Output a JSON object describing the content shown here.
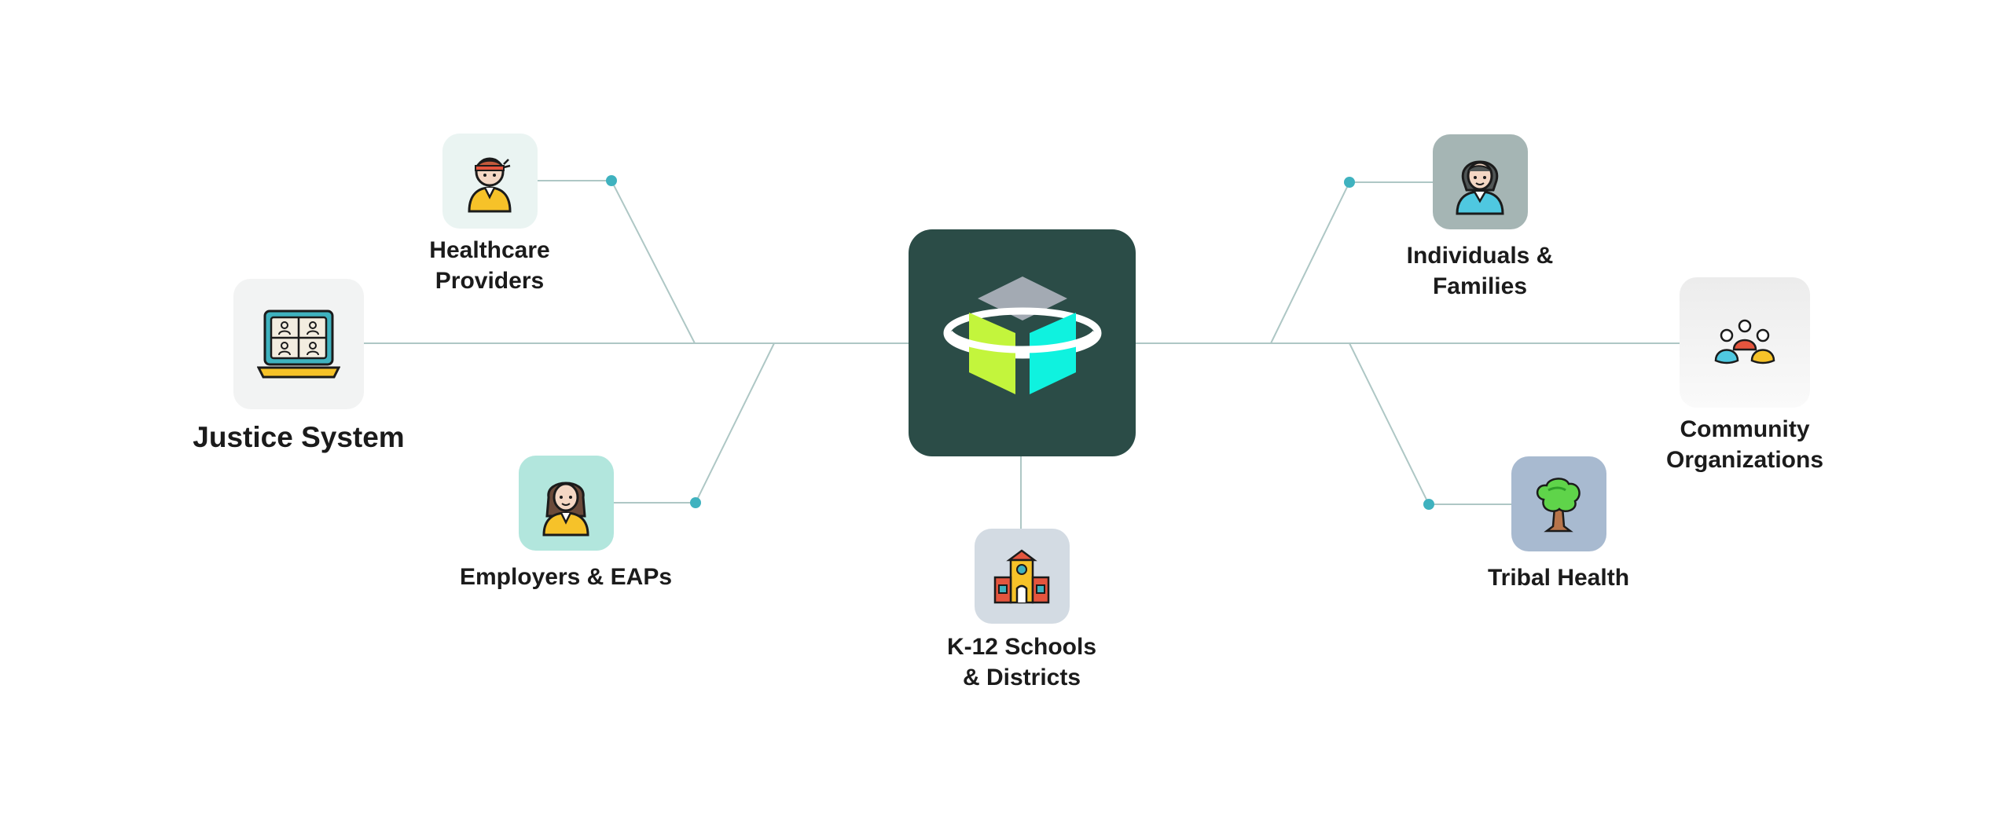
{
  "diagram": {
    "center": {
      "name": "logo",
      "icon": "cube-logo-icon"
    },
    "nodes": [
      {
        "id": "healthcare",
        "label": "Healthcare\nProviders",
        "icon": "healthcare-worker-icon",
        "bg": "#eaf4f2"
      },
      {
        "id": "justice",
        "label": "Justice System",
        "icon": "laptop-video-call-icon",
        "bg": "#f2f3f3"
      },
      {
        "id": "employers",
        "label": "Employers & EAPs",
        "icon": "employee-woman-icon",
        "bg": "#b2e6dd"
      },
      {
        "id": "schools",
        "label": "K-12 Schools\n& Districts",
        "icon": "school-building-icon",
        "bg": "#d3dbe3"
      },
      {
        "id": "individuals",
        "label": "Individuals &\nFamilies",
        "icon": "person-icon",
        "bg": "#a5b5b4"
      },
      {
        "id": "community",
        "label": "Community\nOrganizations",
        "icon": "community-group-icon",
        "bg": "#f0f1f1"
      },
      {
        "id": "tribal",
        "label": "Tribal Health",
        "icon": "tree-icon",
        "bg": "#a8bad0"
      }
    ],
    "colors": {
      "center_bg": "#2b4c47",
      "connector": "#aec7c5",
      "dot": "#3fb2bf",
      "lime": "#c3f53c",
      "cyan": "#0ff2df"
    }
  }
}
